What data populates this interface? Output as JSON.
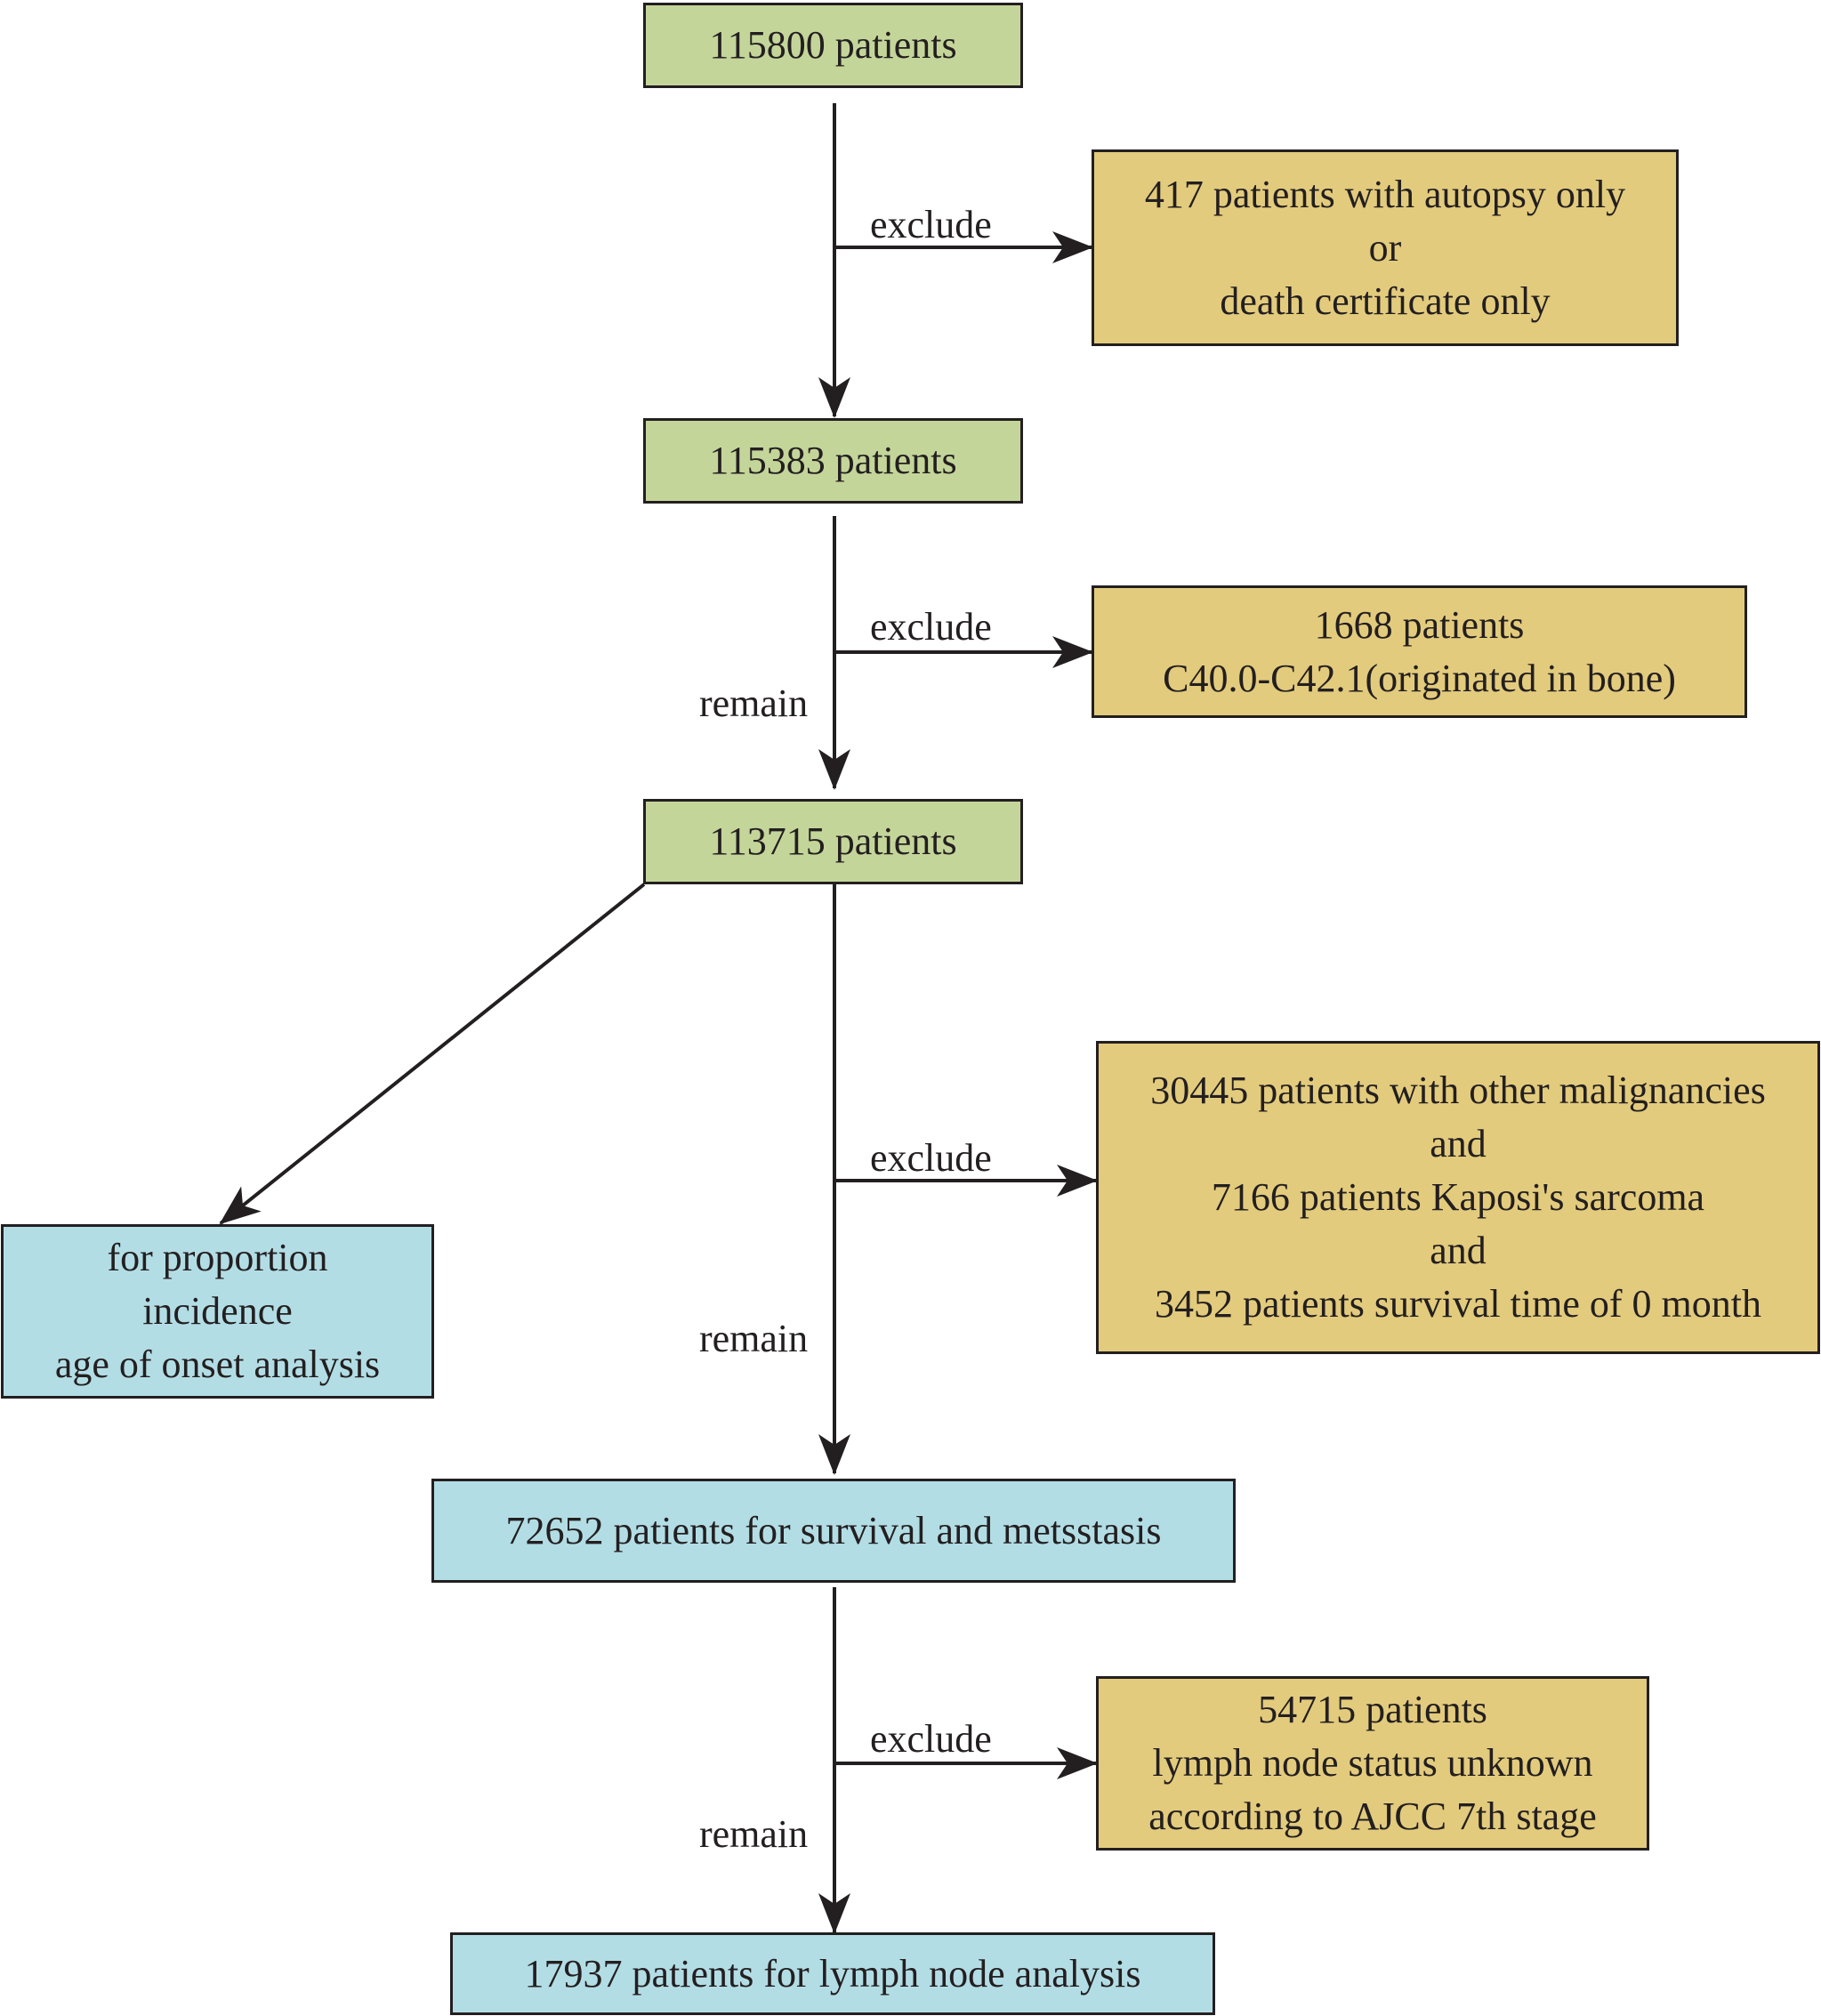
{
  "nodes": {
    "start": {
      "lines": [
        "115800 patients"
      ]
    },
    "excl1": {
      "lines": [
        "417 patients with autopsy only",
        "or",
        "death certificate only"
      ]
    },
    "n2": {
      "lines": [
        "115383 patients"
      ]
    },
    "excl2": {
      "lines": [
        "1668 patients",
        "C40.0-C42.1(originated in bone)"
      ]
    },
    "n3": {
      "lines": [
        "113715 patients"
      ]
    },
    "excl3": {
      "lines": [
        "30445 patients with other malignancies",
        "and",
        "7166 patients Kaposi's sarcoma",
        "and",
        "3452 patients survival time of 0 month"
      ]
    },
    "prop": {
      "lines": [
        "for proportion",
        "incidence",
        "age of onset analysis"
      ]
    },
    "n4": {
      "lines": [
        "72652 patients for survival and metsstasis"
      ]
    },
    "excl4": {
      "lines": [
        "54715 patients",
        "lymph node status unknown",
        "according to AJCC 7th stage"
      ]
    },
    "n5": {
      "lines": [
        "17937 patients for lymph node analysis"
      ]
    }
  },
  "edge_labels": {
    "exclude": "exclude",
    "remain": "remain"
  },
  "colors": {
    "green": "#c4d59a",
    "gold": "#e3cb7d",
    "blue": "#b3dde5",
    "line": "#231f20"
  }
}
